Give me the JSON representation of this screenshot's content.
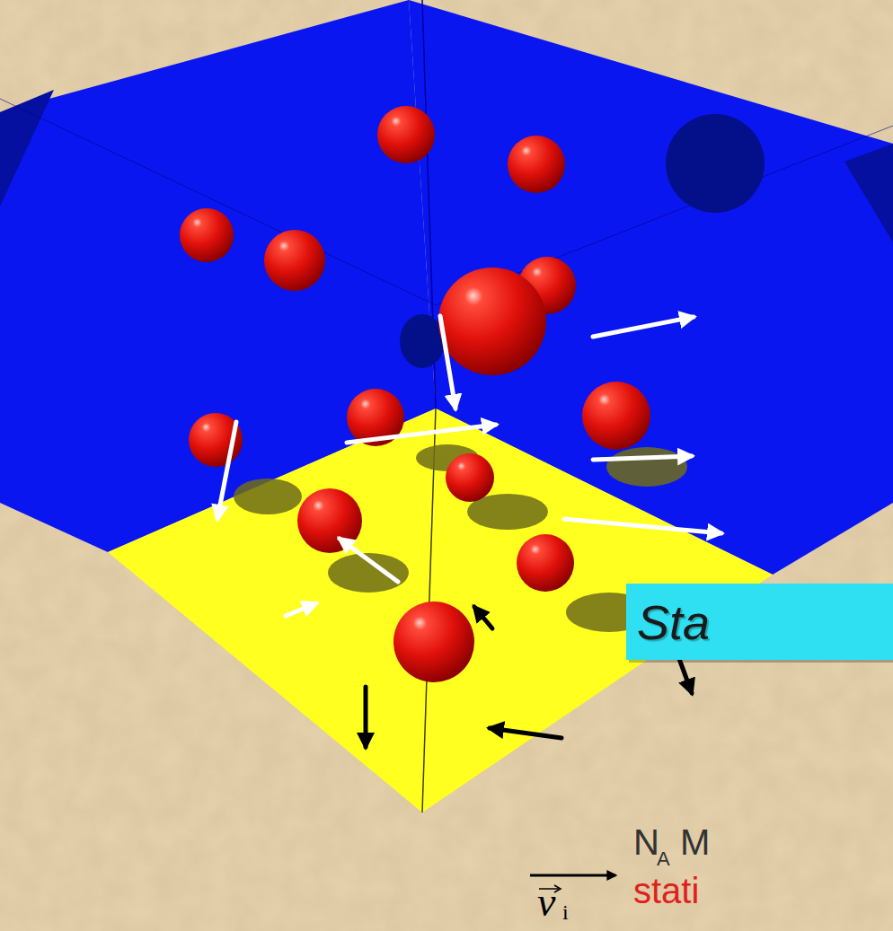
{
  "diagram": {
    "nodes": [
      {
        "text": [
          "Sta"
        ]
      }
    ],
    "labels": [
      "N",
      "A",
      "M",
      "stati",
      "v",
      "i"
    ]
  }
}
